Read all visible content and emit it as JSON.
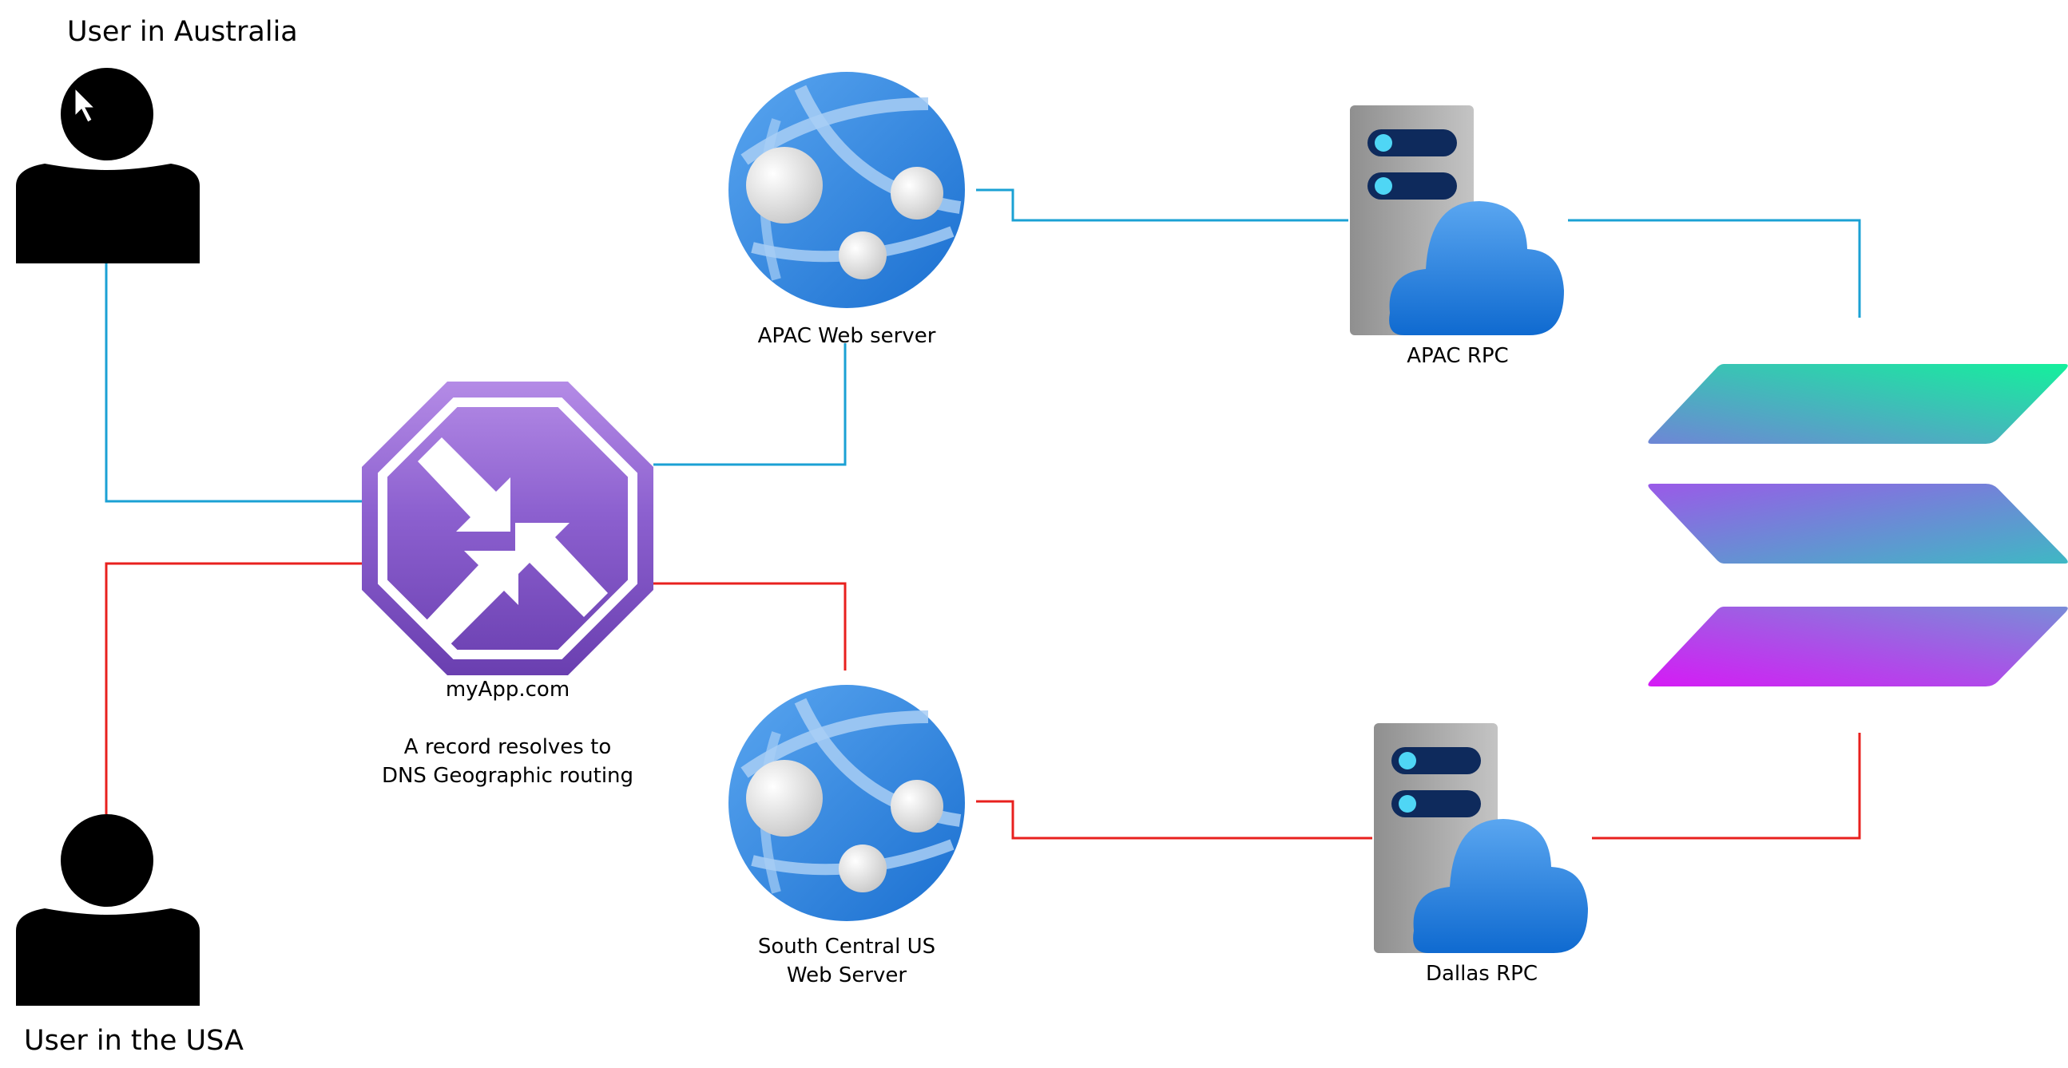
{
  "users": {
    "australia": {
      "label": "User in Australia",
      "icon": "person-icon"
    },
    "usa": {
      "label": "User in the USA",
      "icon": "person-icon"
    }
  },
  "dns": {
    "icon": "traffic-manager-icon",
    "name": "myApp.com",
    "note_line1": "A record resolves to",
    "note_line2": "DNS Geographic routing"
  },
  "web_servers": {
    "apac": {
      "label": "APAC Web server",
      "icon": "web-app-globe-icon"
    },
    "south_central": {
      "line1": "South Central US",
      "line2": "Web Server",
      "icon": "web-app-globe-icon"
    }
  },
  "rpc": {
    "apac": {
      "label": "APAC RPC",
      "icon": "cloud-server-icon"
    },
    "dallas": {
      "label": "Dallas RPC",
      "icon": "cloud-server-icon"
    }
  },
  "blockchain": {
    "icon": "solana-logo-icon"
  },
  "colors": {
    "apac_route": "#1BA1D4",
    "usa_route": "#E8201E",
    "dns_purple": "#7B4FC0",
    "globe_blue": "#2E86DE"
  }
}
